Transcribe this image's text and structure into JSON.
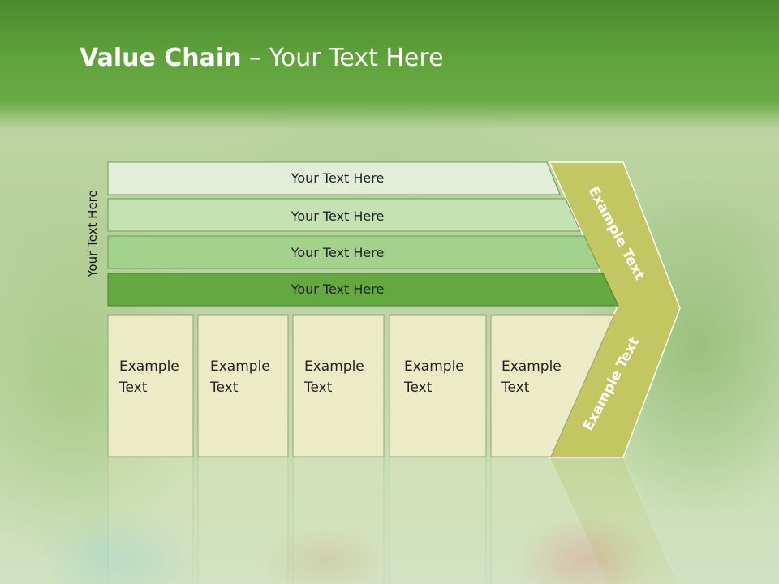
{
  "slide": {
    "title_bold": "Value Chain",
    "title_rest": " – Your Text Here",
    "vertical_label": "Your Text Here",
    "rows": [
      {
        "label": "Your Text Here",
        "color": "#e2eed8"
      },
      {
        "label": "Your Text Here",
        "color": "#c5e2b2"
      },
      {
        "label": "Your Text Here",
        "color": "#a2d28c"
      },
      {
        "label": "Your Text Here",
        "color": "#63a93f"
      }
    ],
    "cells": [
      {
        "line1": "Example",
        "line2": "Text"
      },
      {
        "line1": "Example",
        "line2": "Text"
      },
      {
        "line1": "Example",
        "line2": "Text"
      },
      {
        "line1": "Example",
        "line2": "Text"
      },
      {
        "line1": "Example",
        "line2": "Text"
      }
    ],
    "chevron_top_text": "Example Text",
    "chevron_bottom_text": "Example Text",
    "colors": {
      "header_green": "#5fa33b",
      "chevron": "#c3c762",
      "cell_fill": "#ebebc5"
    }
  }
}
